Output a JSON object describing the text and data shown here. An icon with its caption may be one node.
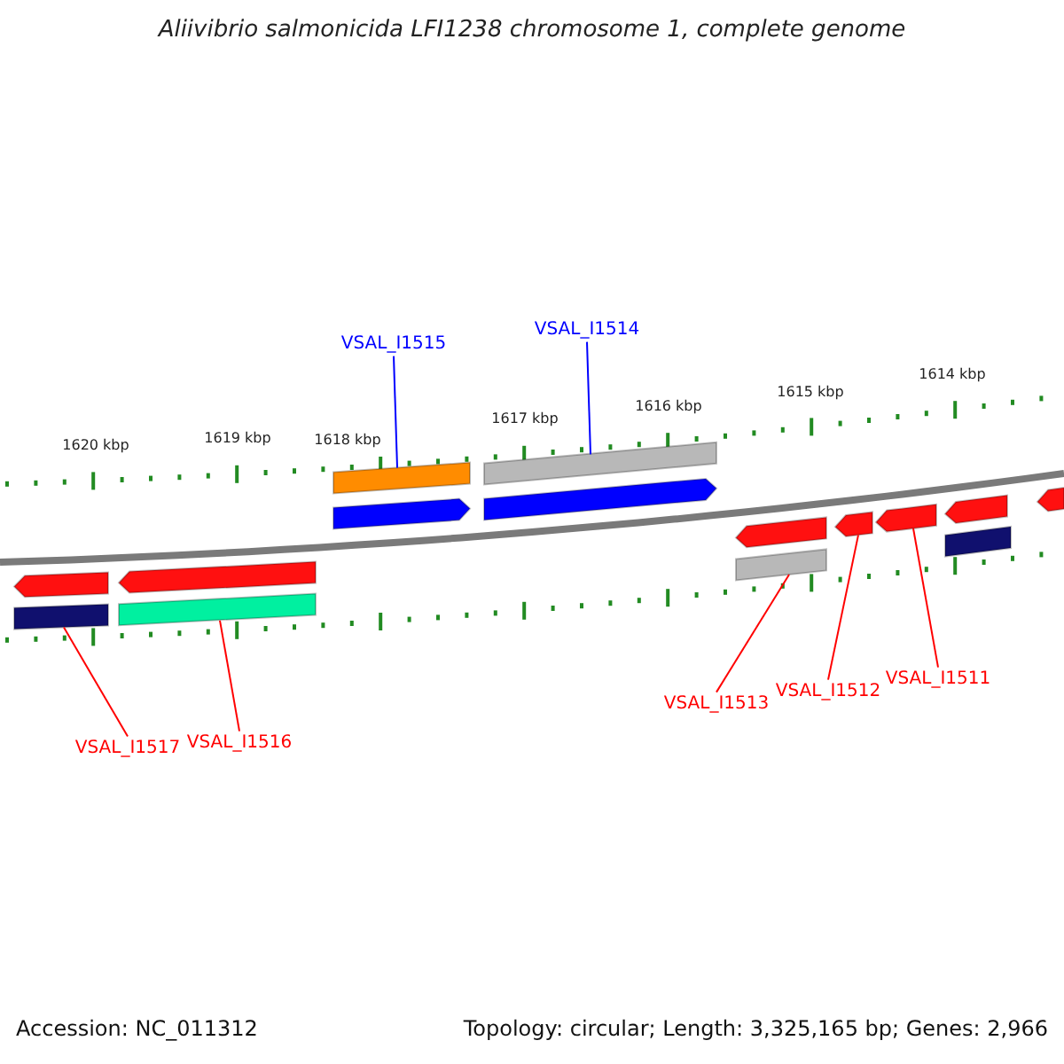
{
  "diagram": {
    "title": "Aliivibrio salmonicida LFI1238 chromosome 1, complete genome",
    "nodes": [
      {
        "text": [
          "VSAL_I1514"
        ]
      },
      {
        "text": [
          "VSAL_I1515"
        ]
      },
      {
        "text": [
          "VSAL_I1511"
        ]
      },
      {
        "text": [
          "VSAL_I1512"
        ]
      },
      {
        "text": [
          "VSAL_I1513"
        ]
      },
      {
        "text": [
          "VSAL_I1516"
        ]
      },
      {
        "text": [
          "VSAL_I1517"
        ]
      },
      {
        "text": [],
        "shape": "bar"
      },
      {
        "text": [],
        "shape": "bar"
      },
      {
        "text": [],
        "shape": "bar"
      },
      {
        "text": [],
        "shape": "bar"
      },
      {
        "text": [],
        "shape": "bar"
      },
      {
        "text": [],
        "shape": "bar"
      },
      {
        "text": [],
        "shape": "bar"
      }
    ],
    "edges": [
      {
        "from": 0,
        "to": 10,
        "arrow": "none",
        "color": "#0000ff"
      },
      {
        "from": 1,
        "to": 9,
        "arrow": "none",
        "color": "#0000ff"
      },
      {
        "from": 2,
        "to": 13,
        "arrow": "none"
      },
      {
        "from": 3,
        "to": 12,
        "arrow": "none"
      },
      {
        "from": 4,
        "to": 11,
        "arrow": "none"
      },
      {
        "from": 5,
        "to": 8,
        "arrow": "none"
      },
      {
        "from": 6,
        "to": 7,
        "arrow": "none"
      }
    ],
    "labels": [
      "1620 kbp",
      "1619 kbp",
      "1618 kbp",
      "1617 kbp",
      "1616 kbp",
      "1615 kbp",
      "1614 kbp",
      "Accession: NC_011312",
      "Topology: circular; Length: 3,325,165 bp; Genes: 2,966"
    ]
  }
}
